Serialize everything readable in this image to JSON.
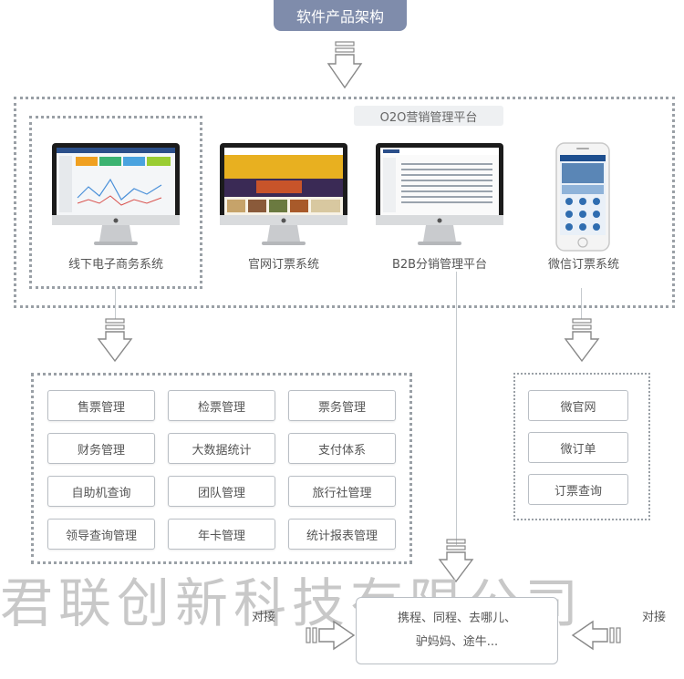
{
  "title": "软件产品架构",
  "o2o_label": "O2O营销管理平台",
  "systems": [
    {
      "label": "线下电子商务系统",
      "icon": "imac-dashboard-icon"
    },
    {
      "label": "官网订票系统",
      "icon": "imac-website-icon"
    },
    {
      "label": "B2B分销管理平台",
      "icon": "imac-table-icon"
    },
    {
      "label": "微信订票系统",
      "icon": "iphone-wechat-icon"
    }
  ],
  "modules": [
    "售票管理",
    "检票管理",
    "票务管理",
    "财务管理",
    "大数据统计",
    "支付体系",
    "自助机查询",
    "团队管理",
    "旅行社管理",
    "领导查询管理",
    "年卡管理",
    "统计报表管理"
  ],
  "wechat_modules": [
    "微官网",
    "微订单",
    "订票查询"
  ],
  "watermark": "君联创新科技有限公司",
  "ota": {
    "line1": "携程、同程、去哪儿、",
    "line2": "驴妈妈、途牛..."
  },
  "link_left": "对接",
  "link_right": "对接",
  "colors": {
    "title_bg": "#7f8cab",
    "border": "#9aa0a6"
  }
}
